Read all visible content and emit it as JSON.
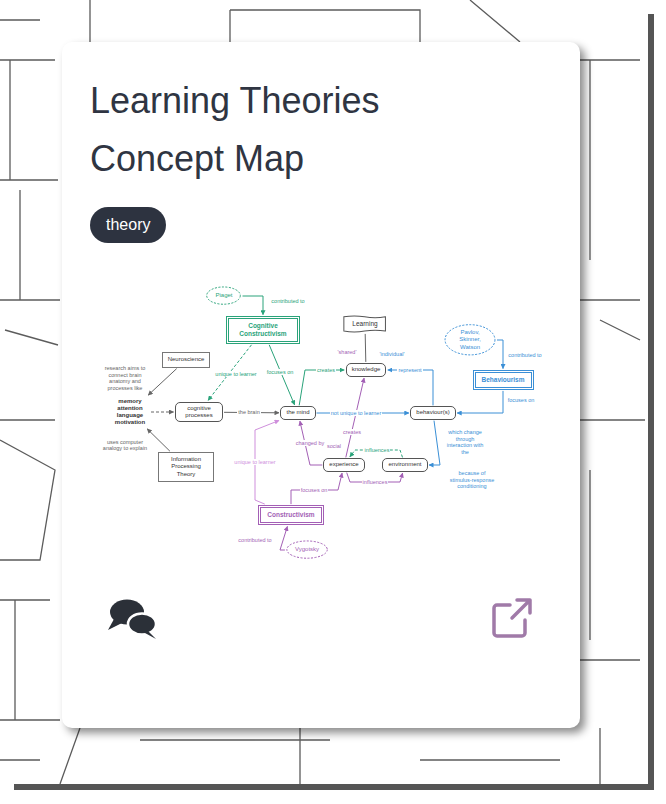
{
  "diagram": {
    "title": "Learning Theories Concept Map",
    "nodes": [
      {
        "text": [
          "theory"
        ]
      },
      {
        "text": [
          "Piaget"
        ]
      },
      {
        "text": [
          "Cognitive Constructivism"
        ]
      },
      {
        "text": [
          "Learning"
        ]
      },
      {
        "text": [
          "Neuroscience"
        ]
      },
      {
        "text": [
          "Pavlov, Skinner, Watson"
        ]
      },
      {
        "text": [
          "Behaviourism"
        ]
      },
      {
        "text": [
          "knowledge"
        ]
      },
      {
        "text": [
          "memory attention language motivation"
        ]
      },
      {
        "text": [
          "cognitive processes"
        ]
      },
      {
        "text": [
          "the mind"
        ]
      },
      {
        "text": [
          "behaviour(s)"
        ]
      },
      {
        "text": [
          "Information Processing Theory"
        ]
      },
      {
        "text": [
          "experience"
        ]
      },
      {
        "text": [
          "environment"
        ]
      },
      {
        "text": [
          "Constructivism"
        ]
      },
      {
        "text": [
          "Vygotsky"
        ]
      }
    ],
    "edges": [
      {
        "from": 1,
        "to": 2,
        "label": "contributed to",
        "arrow": "to"
      },
      {
        "from": 2,
        "to": 10,
        "label": "focuses on",
        "arrow": "to"
      },
      {
        "from": 10,
        "to": 7,
        "label": "creates",
        "arrow": "to"
      },
      {
        "from": 11,
        "to": 7,
        "label": "represent",
        "arrow": "to"
      },
      {
        "from": 5,
        "to": 6,
        "label": "contributed to",
        "arrow": "to"
      },
      {
        "from": 6,
        "to": 11,
        "label": "focuses on",
        "arrow": "to"
      },
      {
        "from": 4,
        "to": 8,
        "label": "research aims to connect brain anatomy and processes like",
        "arrow": "to"
      },
      {
        "from": 12,
        "to": 8,
        "label": "uses computer analogy to explain",
        "arrow": "to"
      },
      {
        "from": 8,
        "to": 9,
        "arrow": "to"
      },
      {
        "from": 9,
        "to": 10,
        "label": "the brain",
        "arrow": "to"
      },
      {
        "from": 2,
        "to": 9,
        "label": "unique to learner",
        "arrow": "to"
      },
      {
        "from": 10,
        "to": 11,
        "label": "not unique to learner",
        "arrow": "to"
      },
      {
        "from": 13,
        "to": 10,
        "label": "changed by",
        "arrow": "to"
      },
      {
        "from": 13,
        "to": 7,
        "label": "creates",
        "arrow": "to"
      },
      {
        "from": 14,
        "to": 13,
        "label": "influences",
        "arrow": "to"
      },
      {
        "from": 13,
        "to": 14,
        "label": "influences",
        "arrow": "to"
      },
      {
        "from": 11,
        "to": 14,
        "label": "which change through interaction with the",
        "arrow": "to"
      },
      {
        "from": 15,
        "to": 13,
        "label": "focuses on",
        "arrow": "to"
      },
      {
        "from": 16,
        "to": 15,
        "label": "contributed to",
        "arrow": "to"
      },
      {
        "from": 15,
        "to": 10,
        "label": "unique to learner",
        "arrow": "to"
      },
      {
        "from": 3,
        "to": 7,
        "arrow": "none"
      }
    ],
    "labels": [
      "'shared'",
      "'individual'",
      "social",
      "because of stimulus-response conditioning"
    ]
  }
}
